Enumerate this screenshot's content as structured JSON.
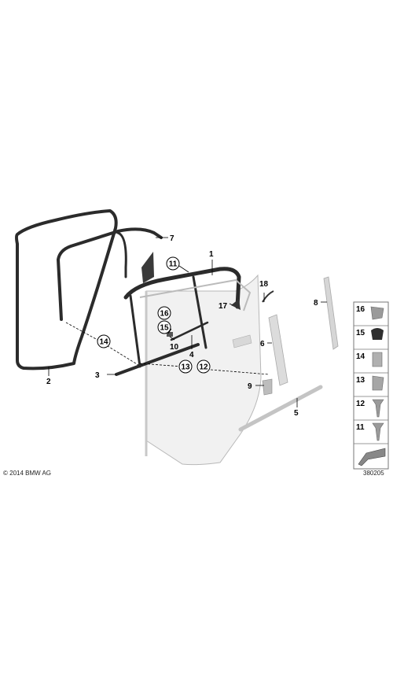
{
  "callouts": {
    "p1": "1",
    "p2": "2",
    "p3": "3",
    "p4": "4",
    "p5": "5",
    "p6": "6",
    "p7": "7",
    "p8": "8",
    "p9": "9",
    "p10": "10",
    "p11": "11",
    "p12": "12",
    "p13": "13",
    "p14": "14",
    "p15": "15",
    "p16": "16",
    "p17": "17",
    "p18": "18"
  },
  "legend": {
    "items": [
      "16",
      "15",
      "14",
      "13",
      "12",
      "11"
    ]
  },
  "copyright": "© 2014 BMW AG",
  "diagram_number": "380205",
  "colors": {
    "seal": "#2b2b2b",
    "door_fill": "#f1f1f1",
    "trim_fill": "#dcdcdc",
    "legend_border": "#777777"
  }
}
